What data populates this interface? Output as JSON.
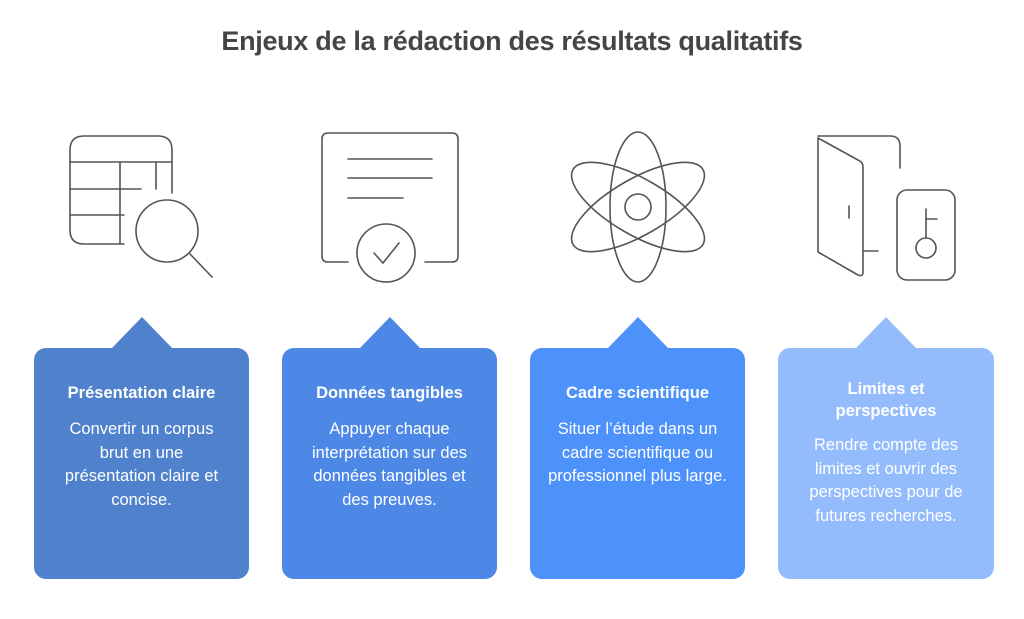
{
  "title": "Enjeux de la rédaction des résultats qualitatifs",
  "colors": {
    "card1": "#4f81cc",
    "card2": "#4d88e6",
    "card3": "#4d91fb",
    "card4": "#94bcfd",
    "icon_stroke": "#555555",
    "title": "#454545"
  },
  "items": [
    {
      "icon": "table-search-icon",
      "title": "Présentation claire",
      "body": "Convertir un corpus brut en une présentation claire et concise."
    },
    {
      "icon": "certificate-check-icon",
      "title": "Données tangibles",
      "body": "Appuyer chaque interprétation sur des données tangibles et des preuves."
    },
    {
      "icon": "atom-icon",
      "title": "Cadre scientifique",
      "body": "Situer l’étude dans un cadre scientifique ou professionnel plus large."
    },
    {
      "icon": "door-key-icon",
      "title": "Limites et perspectives",
      "body": "Rendre compte des limites et ouvrir des perspectives pour de futures recherches."
    }
  ]
}
